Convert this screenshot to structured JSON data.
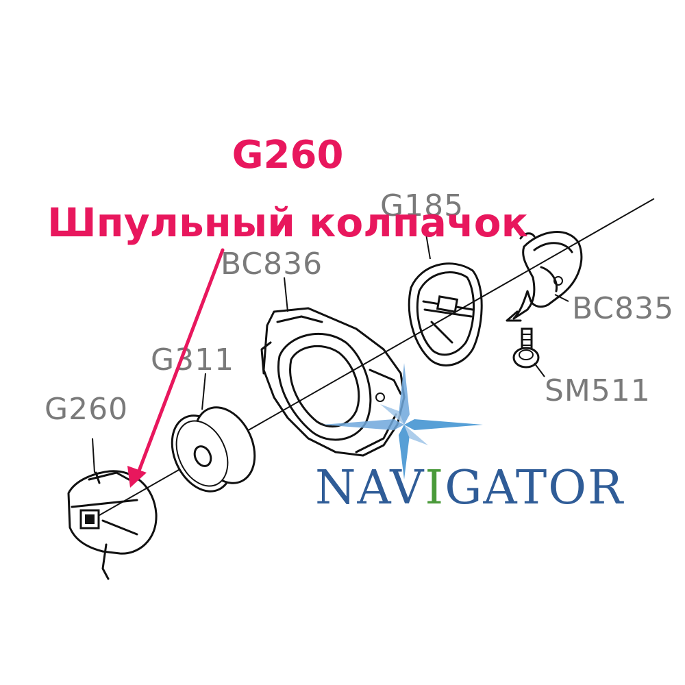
{
  "highlight": {
    "code": "G260",
    "name": "Шпульный колпачок",
    "color": "#e8175d"
  },
  "parts": {
    "g185": "G185",
    "bc836": "BC836",
    "bc835": "BC835",
    "g311": "G311",
    "sm511": "SM511",
    "g260": "G260"
  },
  "watermark": {
    "brand": "NAVIGATOR",
    "colors": {
      "text": "#2f5c97",
      "letter_i": "#4a9a3a",
      "star": "#3a8fd0"
    }
  }
}
